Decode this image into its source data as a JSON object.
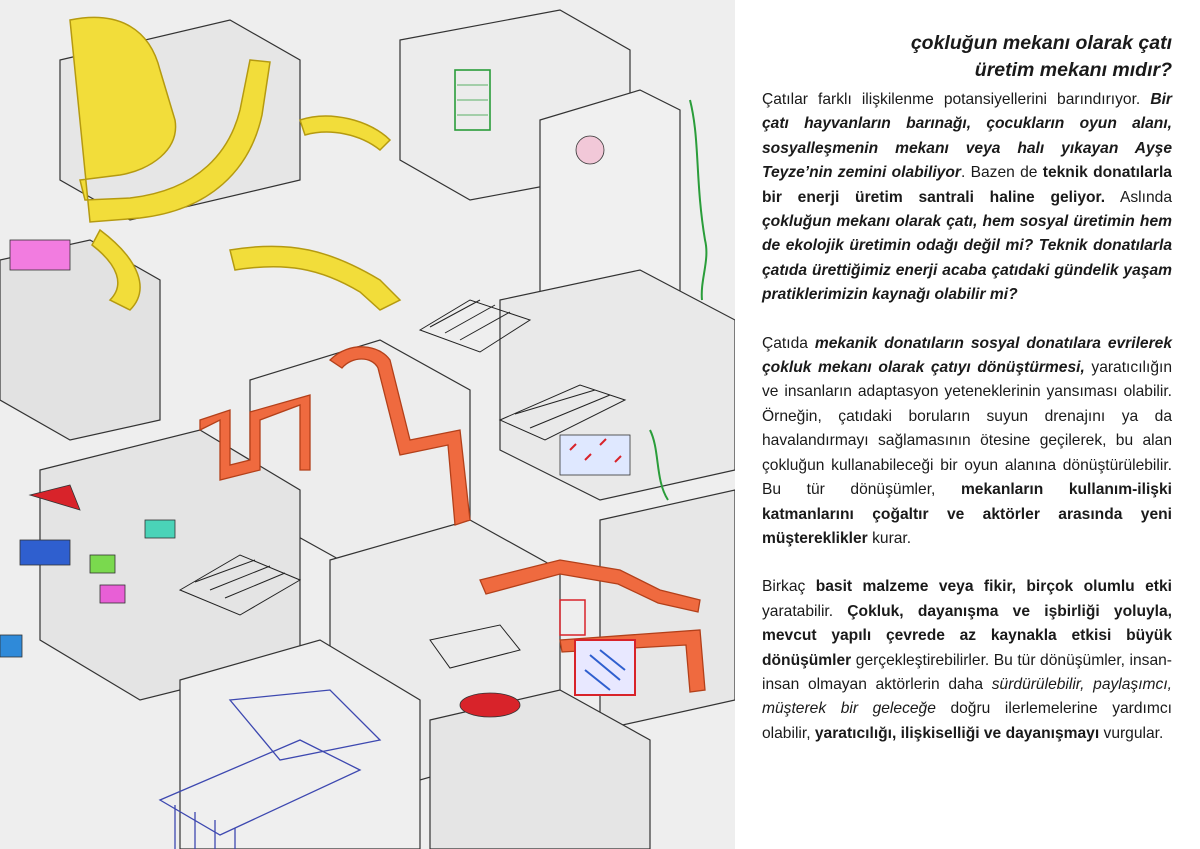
{
  "title": {
    "line1": "çokluğun mekanı olarak çatı",
    "line2": "üretim mekanı mıdır?"
  },
  "p1": {
    "s1": "Çatılar farklı ilişkilenme potansiyellerini barındırıyor. ",
    "s2": "Bir çatı hayvanların barınağı, çocukların oyun alanı, sosyalleşmenin mekanı veya halı yıkayan Ayşe Teyze’nin zemini olabiliyor",
    "s3": ". Bazen de ",
    "s4": "teknik donatılarla bir enerji üretim santrali haline geliyor.",
    "s5": " Aslında ",
    "s6": "çokluğun mekanı olarak çatı, hem sosyal üretimin hem de ekolojik üretimin odağı değil mi? Teknik donatılarla çatıda ürettiğimiz enerji acaba çatıdaki gündelik yaşam pratiklerimizin kaynağı olabilir mi?"
  },
  "p2": {
    "s1": "Çatıda ",
    "s2": "mekanik donatıların sosyal donatılara evrilerek çokluk mekanı olarak çatıyı dönüştürmesi,",
    "s3": " yaratıcılığın ve insanların adaptasyon yeteneklerinin yansıması olabilir. Örneğin, çatıdaki boruların suyun drenajını ya da havalandırmayı sağlamasının ötesine geçilerek, bu alan çokluğun kullanabileceği bir oyun alanına dönüştürülebilir. Bu tür dönüşümler, ",
    "s4": "mekanların kullanım-ilişki katmanlarını çoğaltır ve aktörler arasında yeni müştereklikler",
    "s5": " kurar."
  },
  "p3": {
    "s1": "Birkaç ",
    "s2": "basit malzeme veya fikir, birçok olumlu etki",
    "s3": " yaratabilir. ",
    "s4": "Çokluk, dayanışma ve işbirliği yoluyla, mevcut yapılı çevrede az kaynakla etkisi  büyük dönüşümler",
    "s5": " gerçekleştirebilirler. Bu tür dönüşümler, insan-insan olmayan aktörlerin daha ",
    "s6": "sürdürülebilir, paylaşımcı, müşterek bir geleceğe",
    "s7": " doğru ilerlemelerine yardımcı olabilir, ",
    "s8": "yaratıcılığı, ilişkiselliği ve dayanışmayı",
    "s9": " vurgular."
  },
  "colors": {
    "pipe_yellow": "#f2dd3a",
    "pipe_orange": "#ef6a3f",
    "ink": "#333333",
    "building_grey": "#e8e8e8",
    "classical_building_blue": "#3d48b0",
    "text": "#1a1a1a"
  }
}
